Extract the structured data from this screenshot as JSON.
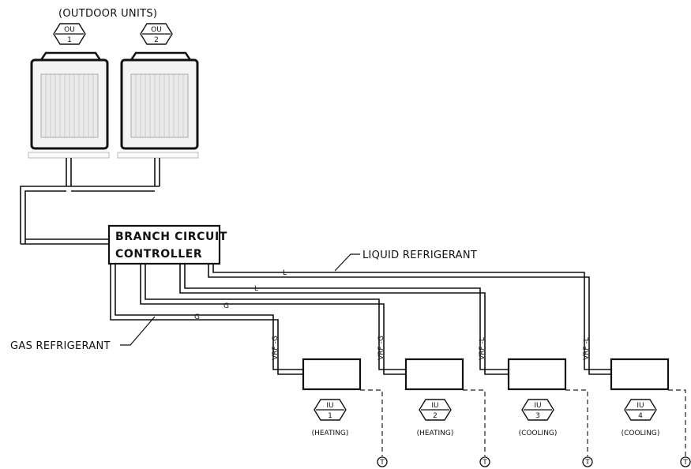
{
  "header": {
    "outdoor_title": "(OUTDOOR UNITS)"
  },
  "outdoor_units": [
    {
      "tag_top": "OU",
      "tag_num": "1"
    },
    {
      "tag_top": "OU",
      "tag_num": "2"
    }
  ],
  "controller": {
    "line1": "BRANCH CIRCUIT",
    "line2": "CONTROLLER"
  },
  "callouts": {
    "liquid": "LIQUID REFRIGERANT",
    "gas": "GAS REFRIGERANT"
  },
  "pipe_marks": {
    "liquid": "L",
    "gas": "G"
  },
  "indoor_units": [
    {
      "tag_top": "IU",
      "tag_num": "1",
      "mode": "(HEATING)",
      "branch_label": "VRF -G"
    },
    {
      "tag_top": "IU",
      "tag_num": "2",
      "mode": "(HEATING)",
      "branch_label": "VRF -G"
    },
    {
      "tag_top": "IU",
      "tag_num": "3",
      "mode": "(COOLING)",
      "branch_label": "VRF -L"
    },
    {
      "tag_top": "IU",
      "tag_num": "4",
      "mode": "(COOLING)",
      "branch_label": "VRF -L"
    }
  ],
  "thermostat_symbol": "T",
  "icons": {
    "thermostat": "thermostat-icon",
    "outdoor_unit": "outdoor-unit-icon",
    "tag": "hexagon-tag-icon"
  }
}
